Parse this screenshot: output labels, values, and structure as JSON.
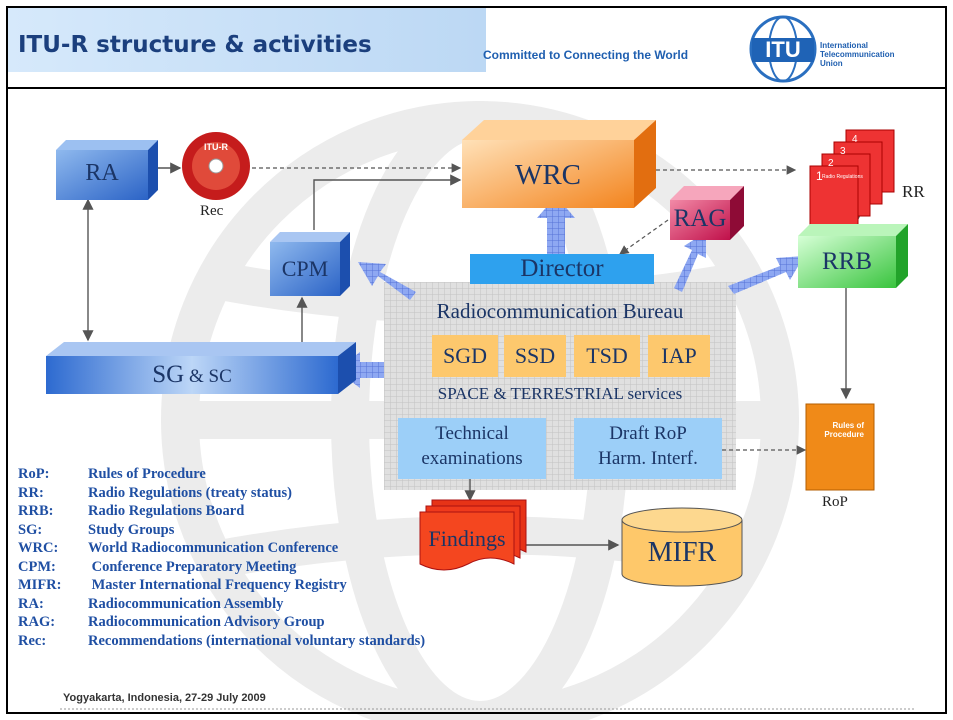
{
  "header": {
    "title": "ITU-R structure & activities",
    "tagline": "Committed to Connecting the World",
    "logo_mark": "ITU",
    "logo_text": [
      "International",
      "Telecommunication",
      "Union"
    ]
  },
  "diagram": {
    "ra": "RA",
    "rec": "Rec",
    "cd_top": "ITU-R",
    "wrc": "WRC",
    "rr_label": "RR",
    "rr_book_numbers": [
      "4",
      "3",
      "2",
      "1"
    ],
    "rr_book_title": "Radio Regulations",
    "rag": "RAG",
    "cpm": "CPM",
    "director": "Director",
    "rrb": "RRB",
    "sg_main": "SG",
    "sg_suffix": " & SC",
    "bureau": "Radiocommunication Bureau",
    "departments": [
      "SGD",
      "SSD",
      "TSD",
      "IAP"
    ],
    "services": "SPACE & TERRESTRIAL services",
    "technical": [
      "Technical",
      "examinations"
    ],
    "draft_rop": [
      "Draft RoP",
      "Harm. Interf."
    ],
    "rop_label": "RoP",
    "rop_book_title": [
      "Rules of",
      "Procedure"
    ],
    "findings": "Findings",
    "mifr": "MIFR"
  },
  "legend": [
    {
      "term": "RoP:",
      "definition": "Rules of Procedure"
    },
    {
      "term": "RR:",
      "definition": "Radio Regulations (treaty status)"
    },
    {
      "term": "RRB:",
      "definition": "Radio Regulations Board"
    },
    {
      "term": "SG:",
      "definition": "Study Groups"
    },
    {
      "term": "WRC:",
      "definition": "World Radiocommunication Conference"
    },
    {
      "term": "CPM:",
      "definition": " Conference Preparatory Meeting"
    },
    {
      "term": "MIFR:",
      "definition": " Master International Frequency Registry"
    },
    {
      "term": "RA:",
      "definition": "Radiocommunication Assembly"
    },
    {
      "term": "RAG:",
      "definition": "Radiocommunication Advisory Group"
    },
    {
      "term": "Rec:",
      "definition": "Recommendations (international voluntary standards)"
    }
  ],
  "footer": "Yogyakarta, Indonesia, 27-29 July 2009"
}
